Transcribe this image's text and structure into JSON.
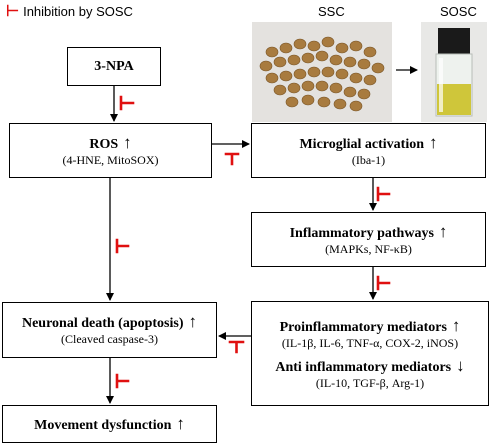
{
  "legend": {
    "symbol": "⊢",
    "text": "Inhibition by SOSC"
  },
  "photos": {
    "ssc_label": "SSC",
    "sosc_label": "SOSC"
  },
  "boxes": {
    "npa": {
      "title": "3-NPA"
    },
    "ros": {
      "title": "ROS",
      "sub": "(4-HNE, MitoSOX)",
      "trend": "↑"
    },
    "microglia": {
      "title": "Microglial activation",
      "sub": "(Iba-1)",
      "trend": "↑"
    },
    "pathways": {
      "title": "Inflammatory pathways",
      "sub": "(MAPKs,  NF-κB)",
      "trend": "↑"
    },
    "mediators": {
      "pro_title": "Proinflammatory  mediators",
      "pro_sub": "(IL-1β, IL-6, TNF-α, COX-2, iNOS)",
      "pro_trend": "↑",
      "anti_title": "Anti inflammatory mediators",
      "anti_sub": "(IL-10, TGF-β, Arg-1)",
      "anti_trend": "↓"
    },
    "death": {
      "title": "Neuronal death (apoptosis)",
      "sub": "(Cleaved caspase-3)",
      "trend": "↑"
    },
    "movement": {
      "title": "Movement dysfunction",
      "trend": "↑"
    }
  },
  "colors": {
    "inhibit": "#e01010",
    "ssc_seed": "#a87b3f",
    "sosc_oil": "#cfc63a"
  }
}
